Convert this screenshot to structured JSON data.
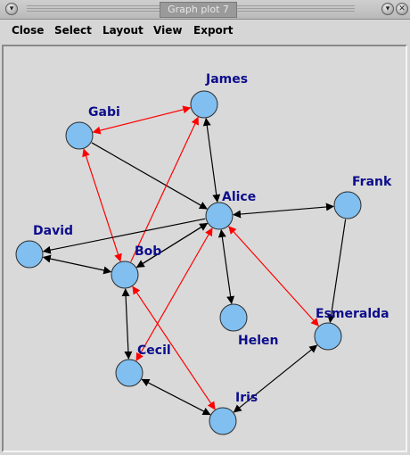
{
  "window": {
    "title": "Graph plot 7"
  },
  "menu": [
    "Close",
    "Select",
    "Layout",
    "View",
    "Export"
  ],
  "colors": {
    "node_fill": "#80bff0",
    "node_stroke": "#2b2b2b",
    "label": "#0d0d8c",
    "edge_black": "#000000",
    "edge_red": "#ff0000"
  },
  "graph": {
    "nodes": [
      {
        "id": "james",
        "label": "James"
      },
      {
        "id": "gabi",
        "label": "Gabi"
      },
      {
        "id": "alice",
        "label": "Alice"
      },
      {
        "id": "frank",
        "label": "Frank"
      },
      {
        "id": "david",
        "label": "David"
      },
      {
        "id": "bob",
        "label": "Bob"
      },
      {
        "id": "helen",
        "label": "Helen"
      },
      {
        "id": "esmeralda",
        "label": "Esmeralda"
      },
      {
        "id": "cecil",
        "label": "Cecil"
      },
      {
        "id": "iris",
        "label": "Iris"
      }
    ],
    "edges": [
      {
        "from": "gabi",
        "to": "james",
        "color": "red",
        "directed": "both"
      },
      {
        "from": "gabi",
        "to": "bob",
        "color": "red",
        "directed": "both"
      },
      {
        "from": "gabi",
        "to": "alice",
        "color": "black",
        "directed": "to"
      },
      {
        "from": "james",
        "to": "alice",
        "color": "black",
        "directed": "both"
      },
      {
        "from": "bob",
        "to": "james",
        "color": "red",
        "directed": "to"
      },
      {
        "from": "alice",
        "to": "frank",
        "color": "black",
        "directed": "both"
      },
      {
        "from": "alice",
        "to": "david",
        "color": "black",
        "directed": "to"
      },
      {
        "from": "alice",
        "to": "bob",
        "color": "black",
        "directed": "both"
      },
      {
        "from": "david",
        "to": "bob",
        "color": "black",
        "directed": "both"
      },
      {
        "from": "bob",
        "to": "alice",
        "color": "black",
        "directed": "to"
      },
      {
        "from": "alice",
        "to": "helen",
        "color": "black",
        "directed": "both"
      },
      {
        "from": "alice",
        "to": "esmeralda",
        "color": "red",
        "directed": "both"
      },
      {
        "from": "alice",
        "to": "cecil",
        "color": "red",
        "directed": "both"
      },
      {
        "from": "frank",
        "to": "esmeralda",
        "color": "black",
        "directed": "to"
      },
      {
        "from": "bob",
        "to": "cecil",
        "color": "black",
        "directed": "both"
      },
      {
        "from": "bob",
        "to": "iris",
        "color": "red",
        "directed": "both"
      },
      {
        "from": "cecil",
        "to": "iris",
        "color": "black",
        "directed": "both"
      },
      {
        "from": "iris",
        "to": "esmeralda",
        "color": "black",
        "directed": "both"
      }
    ]
  }
}
